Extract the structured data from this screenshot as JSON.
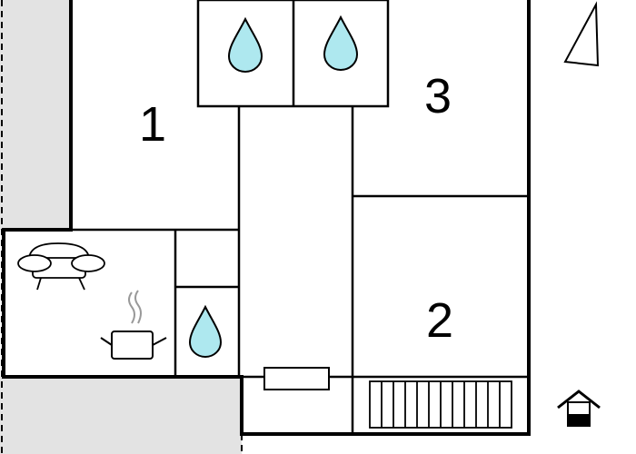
{
  "rooms": {
    "room_1": "1",
    "room_2": "2",
    "room_3": "3"
  },
  "icons": {
    "bathroom_marker": "water-drop-icon",
    "living_marker": "sofa-icon",
    "kitchen_marker": "cooking-pot-icon",
    "heater_marker": "radiator-icon",
    "stairs_marker": "stairs-icon",
    "entrance_marker": "house-entrance-icon",
    "orientation_marker": "north-arrow-icon"
  },
  "colors": {
    "wall": "#000000",
    "outdoor_shade": "#e3e3e3",
    "water_drop": "#aee8ef",
    "steam": "#999999"
  }
}
